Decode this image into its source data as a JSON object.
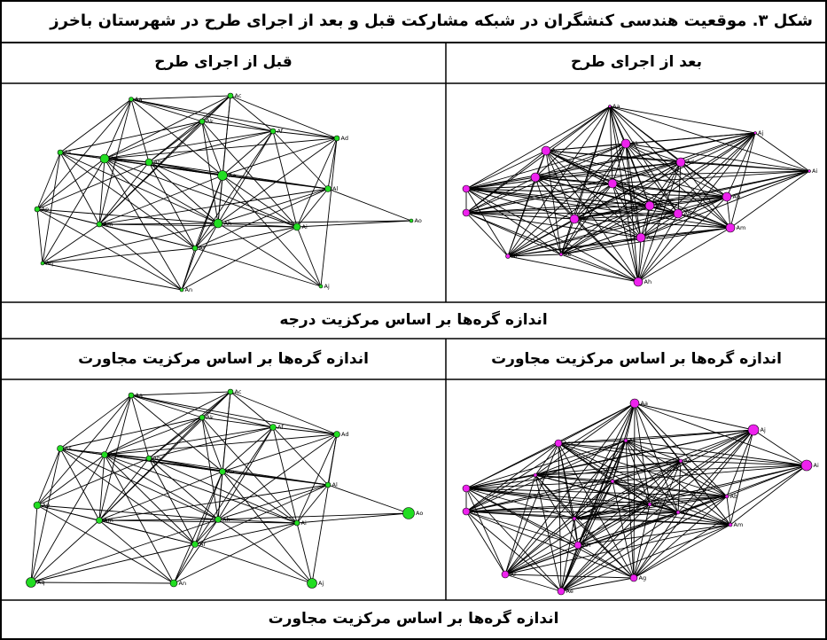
{
  "figure": {
    "title": "شکل ۳. موقعیت هندسی کنشگران در شبکه مشارکت قبل و بعد از اجرای طرح در شهرستان باخرز",
    "headers": {
      "left": "قبل از اجرای طرح",
      "right": "بعد از اجرای طرح"
    },
    "caption_degree": "اندازه گره‌ها بر اساس مرکزیت درجه",
    "subheaders": {
      "left": "اندازه گره‌ها بر اساس مرکزیت مجاورت",
      "right": "اندازه گره‌ها بر اساس مرکزیت مجاورت"
    },
    "caption_closeness": "اندازه گره‌ها بر اساس مرکزیت مجاورت"
  },
  "colors": {
    "before_node": "#22dd22",
    "after_node": "#ee22ee",
    "edge": "#000000",
    "border": "#000000"
  },
  "networks": {
    "before_labels": [
      "Aa",
      "Ac",
      "Ak",
      "Af",
      "Ad",
      "As",
      "Ag",
      "Ab",
      "Ae",
      "Al",
      "Ap",
      "Am",
      "Ah",
      "Ai",
      "Ao",
      "Aq",
      "Ar",
      "An",
      "Aj"
    ],
    "after_labels": [
      "Aa",
      "Aj",
      "Ai",
      "Ak",
      "Ac",
      "Ad",
      "An",
      "Ao",
      "Aq",
      "Ab",
      "As",
      "Af",
      "Al",
      "Ap",
      "Ar",
      "Ae",
      "Ag",
      "Am",
      "Ah"
    ]
  }
}
